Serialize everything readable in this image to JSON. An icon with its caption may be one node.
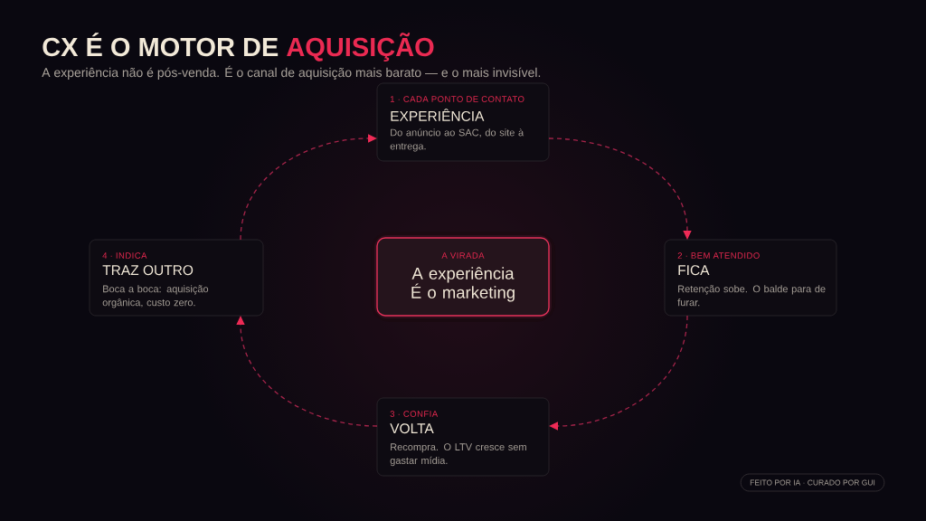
{
  "diagram": {
    "title": "CX É O MOTOR DE AQUISIÇÃO",
    "nodes": [
      {
        "text": [
          "1 · CADA PONTO DE CONTATO",
          "EXPERIÊNCIA",
          "Do anúncio ao SAC, do site à entrega."
        ]
      },
      {
        "text": [
          "4 · INDICA",
          "TRAZ OUTRO",
          "Boca a boca: aquisição orgânica, custo zero."
        ]
      },
      {
        "text": [
          "A VIRADA",
          "A experiência É o marketing"
        ]
      },
      {
        "text": [
          "2 · BEM ATENDIDO",
          "FICA",
          "Retenção sobe. O balde para de furar."
        ]
      },
      {
        "text": [
          "3 · CONFIA",
          "VOLTA",
          "Recompra. O LTV cresce sem gastar mídia."
        ]
      },
      {
        "text": [
          "FEITO POR IA · CURADO POR GUI"
        ]
      }
    ],
    "edges": [
      {
        "from": 0,
        "to": 3,
        "arrow": "to",
        "style": "dashed"
      },
      {
        "from": 3,
        "to": 4,
        "arrow": "to",
        "style": "dashed"
      },
      {
        "from": 4,
        "to": 1,
        "arrow": "to",
        "style": "dashed"
      },
      {
        "from": 1,
        "to": 0,
        "arrow": "to",
        "style": "dashed"
      }
    ],
    "labels": [
      "A experiência não é pós-venda. É o canal de aquisição mais barato — e o mais invisível."
    ]
  }
}
